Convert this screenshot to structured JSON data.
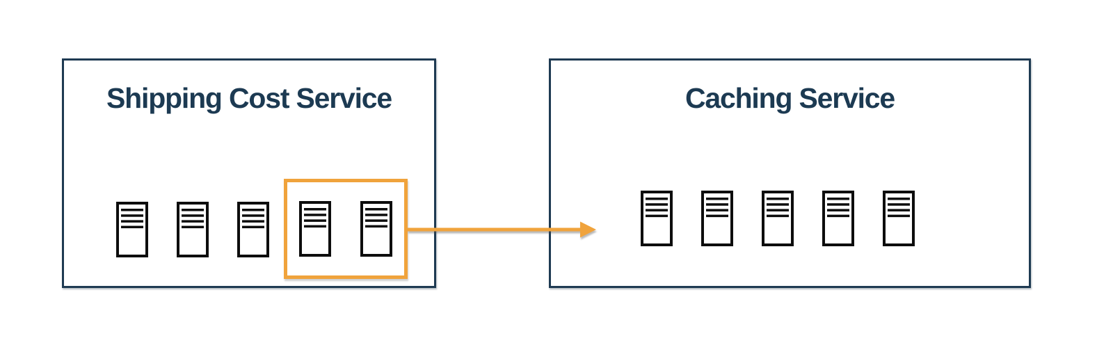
{
  "diagram": {
    "boxes": [
      {
        "title": "Shipping Cost Service",
        "servers_outside_highlight": 3,
        "servers_in_highlight": 2,
        "total_servers": 5
      },
      {
        "title": "Caching Service",
        "servers_outside_highlight": 5,
        "servers_in_highlight": 0,
        "total_servers": 5
      }
    ],
    "arrow": {
      "description": "arrow-right from highlighted servers of Shipping Cost Service into Caching Service",
      "color": "#f0a33c"
    },
    "colors": {
      "box_border": "#1e3a52",
      "title_text": "#1c3a52",
      "server_icon": "#0d0d0d",
      "highlight_orange": "#f0a33c",
      "background": "#ffffff"
    },
    "icons": {
      "server": "server-icon",
      "arrow": "flow-arrow-right-icon"
    }
  }
}
